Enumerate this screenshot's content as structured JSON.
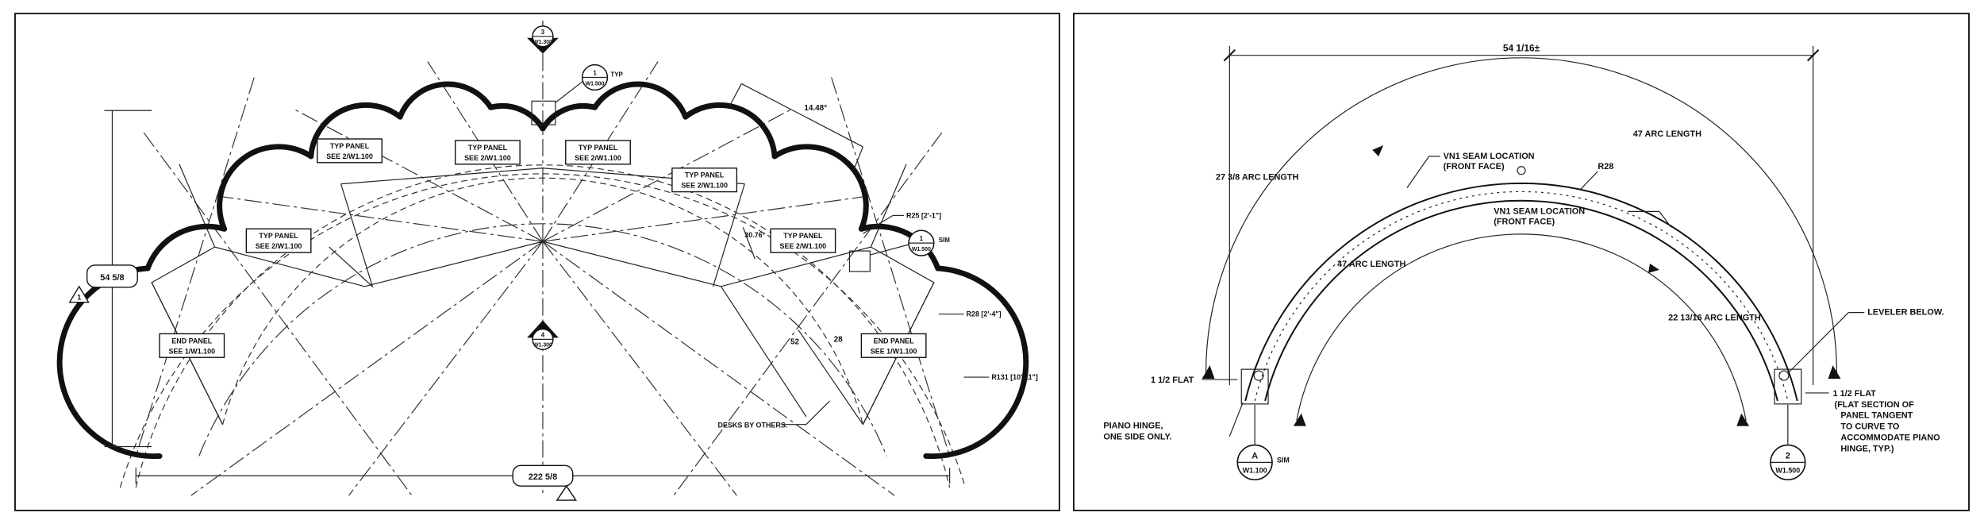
{
  "left_plan": {
    "section_marker_top": {
      "num": "3",
      "sheet": "W1.300"
    },
    "section_marker_mid": {
      "num": "4",
      "sheet": "W1.300"
    },
    "detail_top": {
      "num": "1",
      "sheet": "W1.500",
      "note": "TYP"
    },
    "detail_right": {
      "num": "1",
      "sheet": "W1.500",
      "note": "SIM"
    },
    "angle_top": "14.48°",
    "angle_side": "30.76°",
    "panels": [
      {
        "l1": "TYP PANEL",
        "l2": "SEE 2/W1.100"
      },
      {
        "l1": "TYP PANEL",
        "l2": "SEE 2/W1.100"
      },
      {
        "l1": "TYP PANEL",
        "l2": "SEE 2/W1.100"
      },
      {
        "l1": "TYP PANEL",
        "l2": "SEE 2/W1.100"
      },
      {
        "l1": "TYP PANEL",
        "l2": "SEE 2/W1.100"
      },
      {
        "l1": "TYP PANEL",
        "l2": "SEE 2/W1.100"
      },
      {
        "l1": "END PANEL",
        "l2": "SEE 1/W1.100"
      },
      {
        "l1": "END PANEL",
        "l2": "SEE 1/W1.100"
      }
    ],
    "radius_r25": "R25 [2'-1\"]",
    "radius_r28": "R28 [2'-4\"]",
    "radius_r131": "R131 [10'-11\"]",
    "dim_height": "54 5/8",
    "dim_width": "222 5/8",
    "dim_52": "52",
    "dim_28": "28",
    "revision": "1",
    "desks_note": "DESKS BY OTHERS."
  },
  "right_section": {
    "dim_top": "54 1/16±",
    "outer_arc": "47 ARC LENGTH",
    "left_arc": "27 3/8 ARC LENGTH",
    "inner_arc": "47 ARC LENGTH",
    "right_arc": "22 13/16 ARC LENGTH",
    "seam_1": {
      "l1": "VN1 SEAM LOCATION",
      "l2": "(FRONT FACE)"
    },
    "seam_2": {
      "l1": "VN1 SEAM LOCATION",
      "l2": "(FRONT FACE)"
    },
    "radius": "R28",
    "leveler": "LEVELER BELOW.",
    "flat_left": "1 1/2 FLAT",
    "flat_right": "1 1/2 FLAT",
    "flat_note": [
      "(FLAT SECTION OF",
      "PANEL TANGENT",
      "TO CURVE TO",
      "ACCOMMODATE PIANO",
      "HINGE, TYP.)"
    ],
    "hinge_note": [
      "PIANO HINGE,",
      "ONE SIDE ONLY."
    ],
    "detail_a": {
      "num": "A",
      "sheet": "W1.100",
      "note": "SIM"
    },
    "detail_2": {
      "num": "2",
      "sheet": "W1.500"
    }
  }
}
